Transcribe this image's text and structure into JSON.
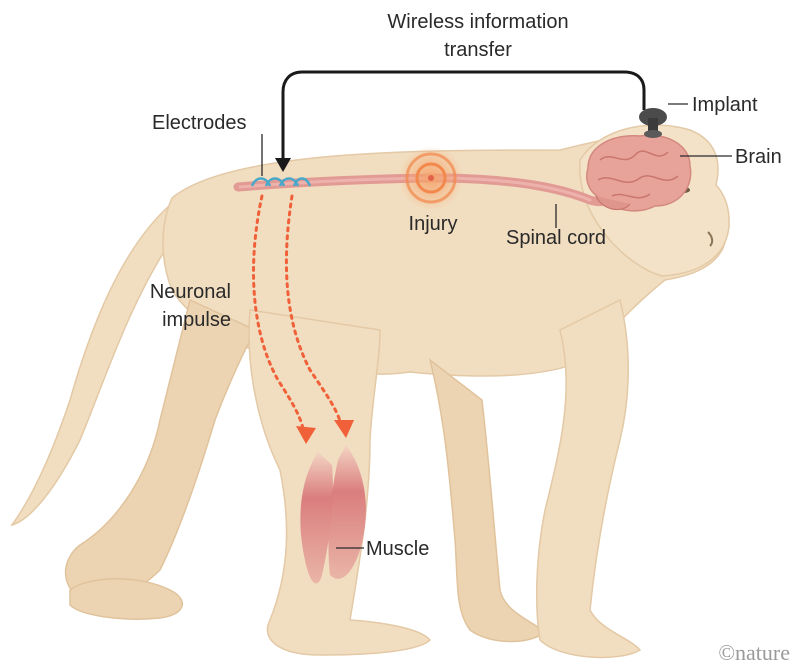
{
  "labels": {
    "wireless_line1": "Wireless information",
    "wireless_line2": "transfer",
    "implant": "Implant",
    "brain": "Brain",
    "electrodes": "Electrodes",
    "injury": "Injury",
    "spinal_cord": "Spinal cord",
    "neuronal_line1": "Neuronal",
    "neuronal_line2": "impulse",
    "muscle": "Muscle"
  },
  "credit": "©nature",
  "colors": {
    "fur": "#f1ddbf",
    "fur_shadow": "#e2c7a2",
    "spinal_cord": "#e29a95",
    "brain": "#e7a39a",
    "muscle": "#d97f80",
    "impulse_arrow": "#f0613a",
    "injury_ring": "#f2884c",
    "electrode": "#4aa8c9",
    "implant": "#4b4b4b",
    "wire": "#1a1a1a"
  }
}
